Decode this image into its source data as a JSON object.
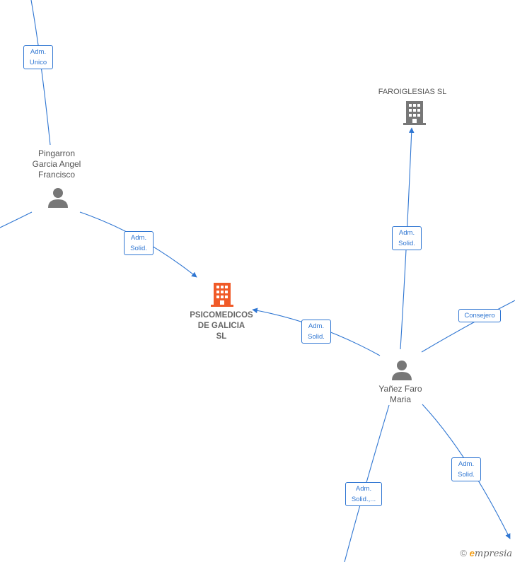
{
  "nodes": {
    "pingarron": {
      "label_lines": [
        "Pingarron",
        "Garcia Angel",
        "Francisco"
      ],
      "type": "person"
    },
    "psicomedicos": {
      "label_lines": [
        "PSICOMEDICOS",
        "DE GALICIA",
        "SL"
      ],
      "type": "company-main"
    },
    "faroiglesias": {
      "label_lines": [
        "FAROIGLESIAS SL"
      ],
      "type": "company"
    },
    "yanez": {
      "label_lines": [
        "Yañez Faro",
        "Maria"
      ],
      "type": "person"
    }
  },
  "edges": {
    "top_to_pingarron": {
      "label_lines": [
        "Adm.",
        "Unico"
      ]
    },
    "pingarron_to_psicomedicos": {
      "label_lines": [
        "Adm.",
        "Solid."
      ]
    },
    "yanez_to_psicomedicos": {
      "label_lines": [
        "Adm.",
        "Solid."
      ]
    },
    "yanez_to_faroiglesias": {
      "label_lines": [
        "Adm.",
        "Solid."
      ]
    },
    "yanez_to_right_consejero": {
      "label_lines": [
        "Consejero"
      ]
    },
    "yanez_to_bottom_right": {
      "label_lines": [
        "Adm.",
        "Solid."
      ]
    },
    "yanez_to_bottom": {
      "label_lines": [
        "Adm.",
        "Solid.,..."
      ]
    }
  },
  "colors": {
    "edge": "#2f76d2",
    "main_company": "#f05a28",
    "node_icon": "#777777"
  },
  "watermark": {
    "symbol": "©",
    "e": "e",
    "brand": "mpresia"
  }
}
